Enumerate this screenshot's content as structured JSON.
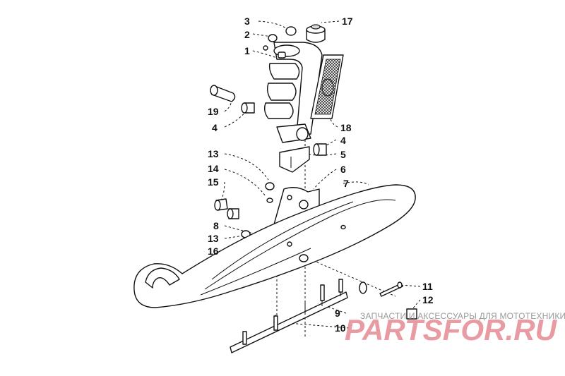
{
  "labels": {
    "p1": "1",
    "p2": "2",
    "p3": "3",
    "p4a": "4",
    "p4b": "4",
    "p5": "5",
    "p6": "6",
    "p7": "7",
    "p8": "8",
    "p9": "9",
    "p10": "10",
    "p11": "11",
    "p12": "12",
    "p13a": "13",
    "p13b": "13",
    "p14": "14",
    "p15": "15",
    "p16": "16",
    "p17": "17",
    "p18": "18",
    "p19": "19"
  },
  "watermark": {
    "tagline": "ЗАПЧАСТИ И АКСЕССУАРЫ ДЛЯ МОТОТЕХНИКИ",
    "logo": "PARTSFOR.RU"
  },
  "colors": {
    "line": "#111111",
    "watermark_logo": "#e58a92",
    "watermark_text": "#9a9a9a"
  }
}
